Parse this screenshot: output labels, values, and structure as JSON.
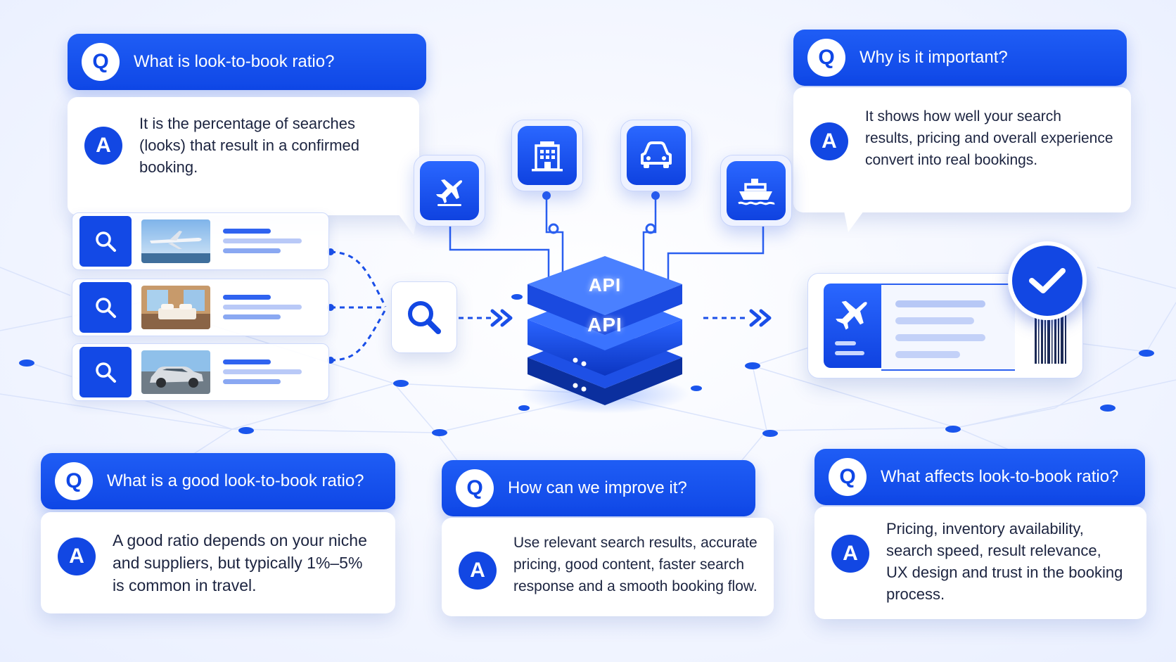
{
  "faqs": [
    {
      "id": "what-is",
      "q": "What is look-to-book ratio?",
      "a_lines": [
        "It is the percentage of searches",
        "(looks) that result in a confirmed",
        "booking."
      ]
    },
    {
      "id": "why",
      "q": "Why is it important?",
      "a_lines": [
        "It shows how well your search",
        "results, pricing and overall experience",
        "convert into real bookings."
      ]
    },
    {
      "id": "good",
      "q": "What is a good look-to-book ratio?",
      "a_lines": [
        "A good ratio depends on your niche",
        "and suppliers, but typically 1%–5%",
        "is common in travel."
      ]
    },
    {
      "id": "improve",
      "q": "How can we improve it?",
      "a_lines": [
        "Use relevant search results, accurate",
        "pricing, good content, faster search",
        "response and a smooth booking flow."
      ]
    },
    {
      "id": "affects",
      "q": "What affects look-to-book ratio?",
      "a_lines": [
        "Pricing, inventory availability,",
        "search speed, result relevance,",
        "UX design and trust in the booking",
        "process."
      ]
    }
  ],
  "badges": {
    "question": "Q",
    "answer": "A"
  },
  "api": {
    "top_label": "API",
    "mid_label": "API"
  },
  "icons": {
    "tiles": [
      "airplane-icon",
      "hotel-icon",
      "car-icon",
      "ship-icon"
    ],
    "search_rows": [
      "flight-result",
      "hotel-result",
      "car-result"
    ],
    "ticket": [
      "airplane-icon",
      "checkmark-icon",
      "barcode"
    ]
  },
  "colors": {
    "primary": "#1247e3",
    "primary_light": "#2a67ff",
    "line_light": "#b9c9f7",
    "bg": "#f3f6ff"
  }
}
